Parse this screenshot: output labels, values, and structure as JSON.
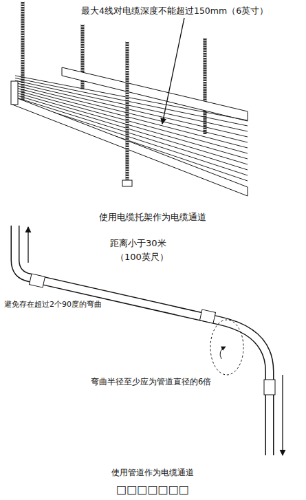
{
  "diagram": {
    "labels": [
      "最大4线对电缆深度不能超过150mm（6英寸）",
      "使用电缆托架作为电缆通道",
      "距离小于30米",
      "（100英尺）",
      "避免存在超过2个90度的弯曲",
      "弯曲半径至少应为管道直径的6倍",
      "使用管道作为电缆通道",
      "□□□□□□□"
    ]
  }
}
